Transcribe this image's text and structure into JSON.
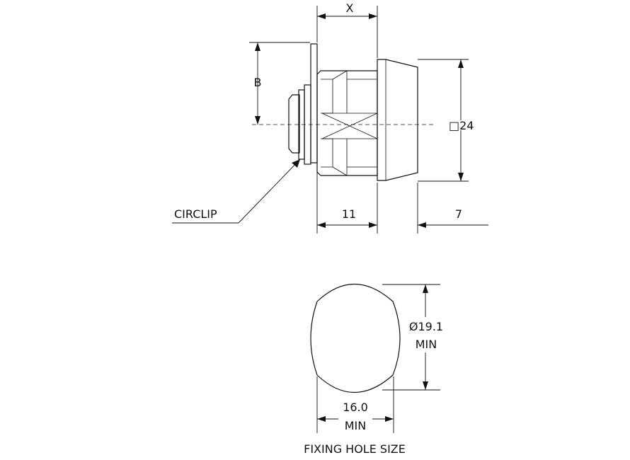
{
  "labels": {
    "x": "X",
    "b": "B",
    "square_24": "□24",
    "circlip": "CIRCLIP",
    "dim_11": "11",
    "dim_7": "7",
    "dia_19_1": "Ø19.1",
    "min_1": "MIN",
    "dim_16_0": "16.0",
    "min_2": "MIN",
    "fixing_hole_size": "FIXING HOLE SIZE"
  }
}
